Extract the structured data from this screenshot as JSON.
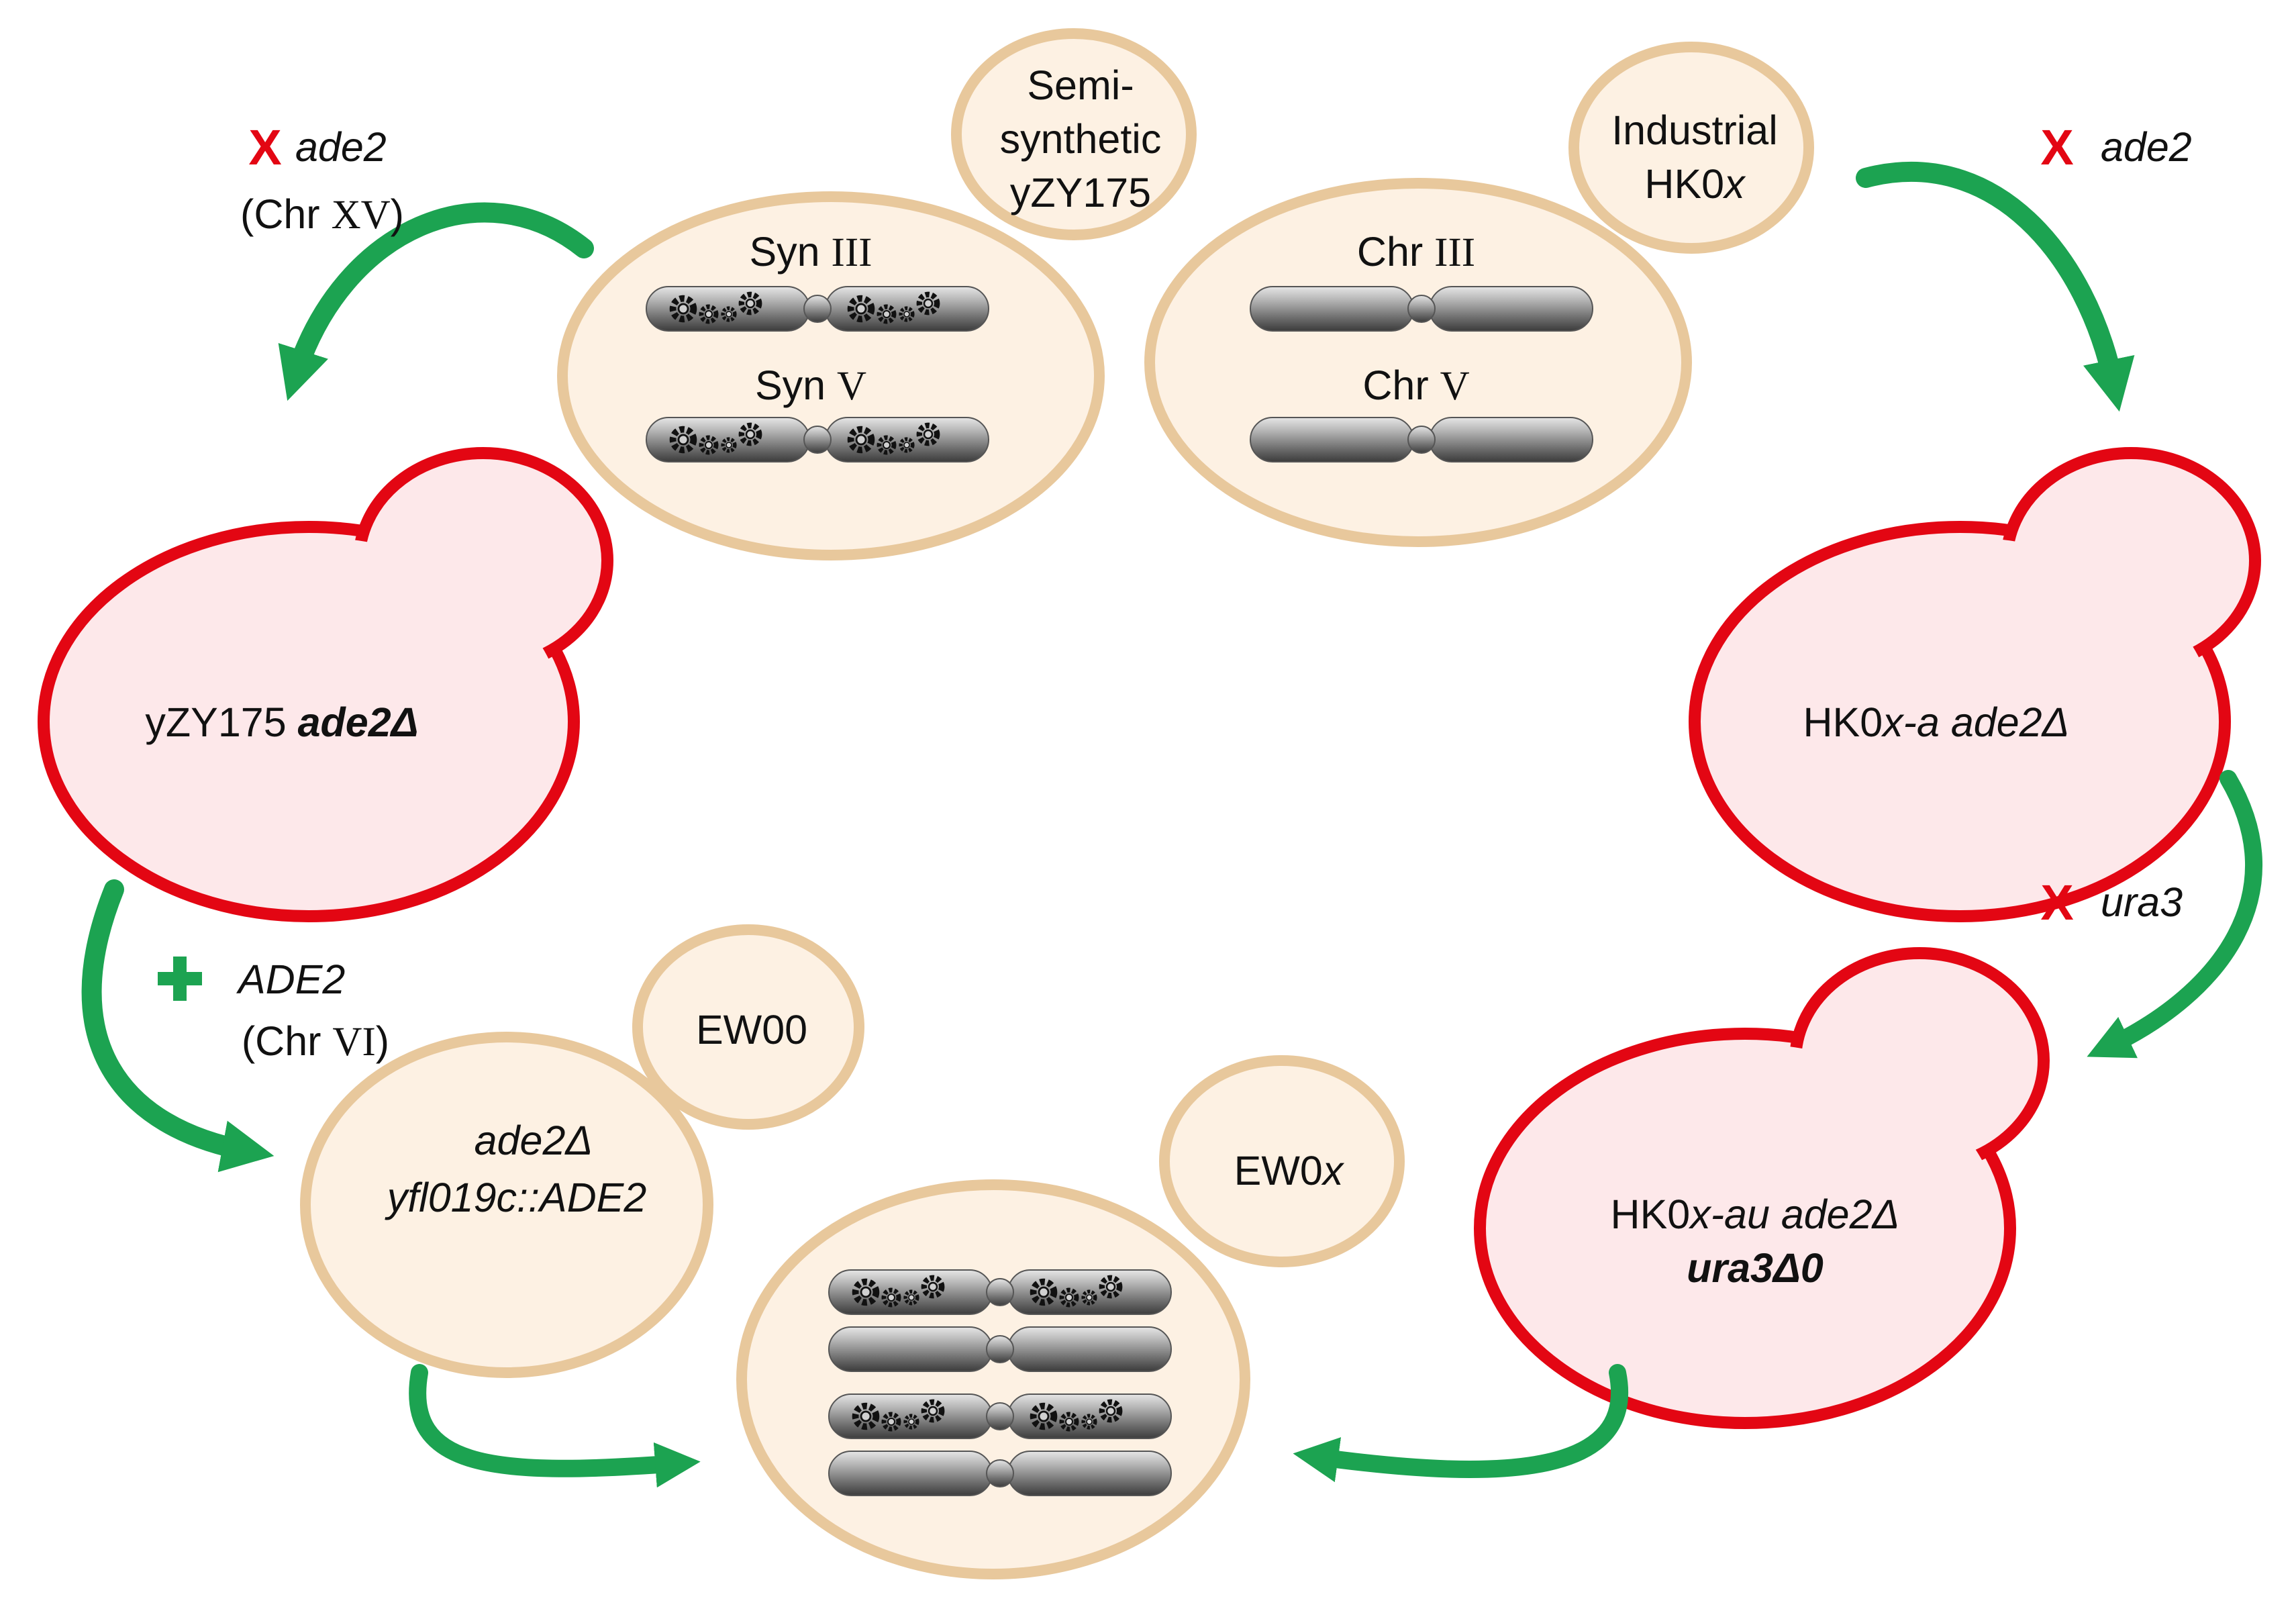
{
  "colors": {
    "cell_fill": "#fdf1e3",
    "cell_border": "#e8c89c",
    "mutant_fill": "#fde8ea",
    "mutant_border": "#e30613",
    "arrow": "#1ca351",
    "delete_mark": "#e30613",
    "add_mark": "#1ca351"
  },
  "cells": {
    "semisynthetic": {
      "bud_line1": "Semi-",
      "bud_line2": "synthetic",
      "bud_line3": "yZY175",
      "chr_a_prefix": "Syn ",
      "chr_a_roman": "III",
      "chr_b_prefix": "Syn ",
      "chr_b_roman": "V"
    },
    "industrial": {
      "bud_line1": "Industrial",
      "bud_line2_plain": "HK0",
      "bud_line2_ital": "x",
      "chr_a_prefix": "Chr ",
      "chr_a_roman": "III",
      "chr_b_prefix": "Chr ",
      "chr_b_roman": "V"
    },
    "yzy175_ade2": {
      "plain": "yZY175 ",
      "ital": "ade2Δ"
    },
    "hk0x_a": {
      "plain": "HK0",
      "ital": "x-a ade2Δ"
    },
    "hk0x_au": {
      "line1_plain": "HK0",
      "line1_ital": "x-au ade2Δ",
      "line2_ital": "ura3Δ0"
    },
    "ew00": {
      "bud_label": "EW00",
      "line1": "ade2Δ",
      "line2": "yfl019c::ADE2"
    },
    "ew0x": {
      "bud_plain": "EW0",
      "bud_ital": "x"
    }
  },
  "steps": {
    "left_delete": {
      "mark": "X",
      "gene": "ade2",
      "chr_prefix": "(Chr ",
      "chr_roman": "XV",
      "chr_suffix": ")"
    },
    "right_delete": {
      "mark": "X",
      "gene": "ade2"
    },
    "right_delete_ura3": {
      "mark": "X",
      "gene": "ura3"
    },
    "left_add": {
      "mark": "+",
      "gene": "ADE2",
      "chr_prefix": "(Chr ",
      "chr_roman": "VI",
      "chr_suffix": ")"
    }
  }
}
